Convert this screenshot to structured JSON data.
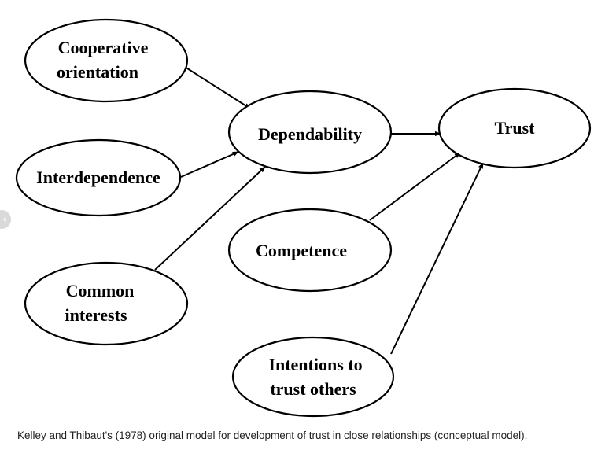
{
  "diagram": {
    "nodes": {
      "cooperative": {
        "lines": [
          "Cooperative",
          "orientation"
        ]
      },
      "interdependence": {
        "lines": [
          "Interdependence"
        ]
      },
      "common": {
        "lines": [
          "Common",
          "interests"
        ]
      },
      "dependability": {
        "lines": [
          "Dependability"
        ]
      },
      "trust": {
        "lines": [
          "Trust"
        ]
      },
      "competence": {
        "lines": [
          "Competence"
        ]
      },
      "intentions": {
        "lines": [
          "Intentions to",
          "trust others"
        ]
      }
    },
    "edges": [
      {
        "from": "cooperative",
        "to": "dependability"
      },
      {
        "from": "interdependence",
        "to": "dependability"
      },
      {
        "from": "common",
        "to": "dependability"
      },
      {
        "from": "dependability",
        "to": "trust"
      },
      {
        "from": "competence",
        "to": "trust"
      },
      {
        "from": "intentions",
        "to": "trust"
      }
    ]
  },
  "caption": "Kelley and Thibaut's (1978) original model for development of trust in close relationships (conceptual model).",
  "side_nav": {
    "icon": "chevron-left-icon",
    "glyph": "‹"
  }
}
